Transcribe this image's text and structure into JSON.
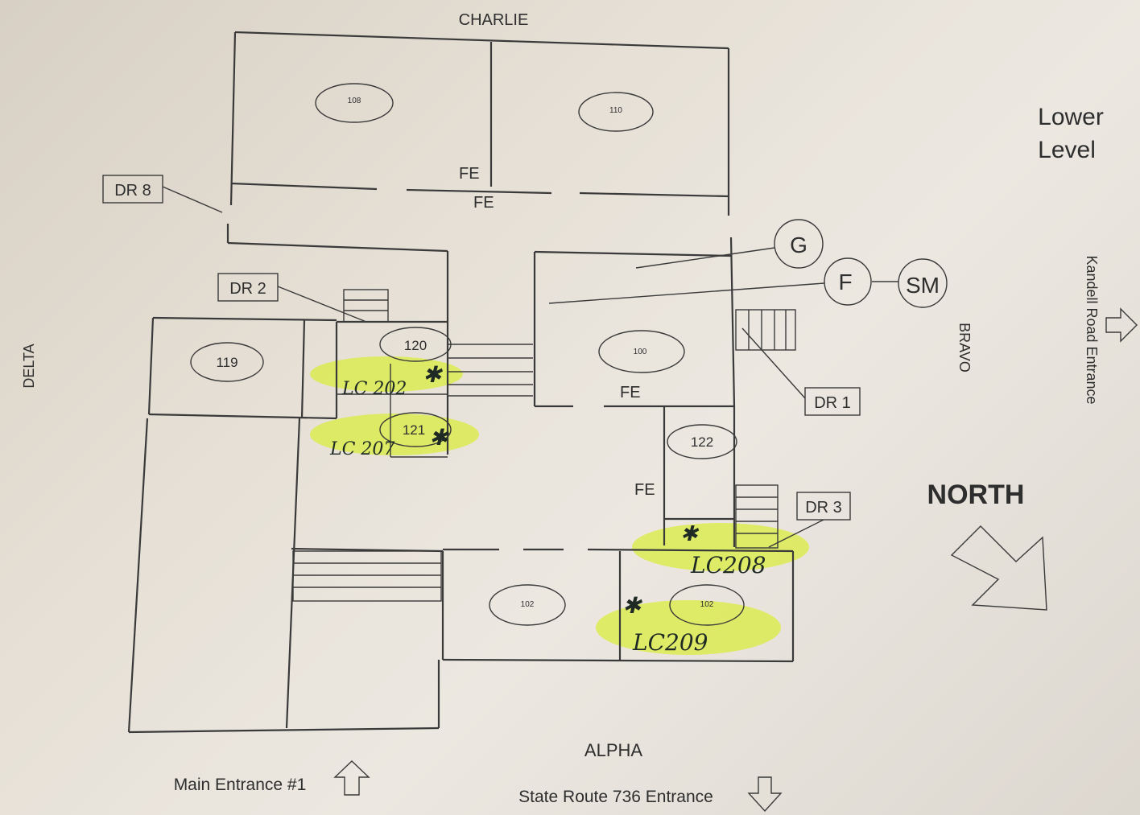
{
  "title": "Lower Level",
  "sides": {
    "north_top": "CHARLIE",
    "west": "DELTA",
    "east": "BRAVO",
    "south": "ALPHA"
  },
  "compass": "NORTH",
  "rooms": {
    "r108": "108",
    "r110": "110",
    "r119": "119",
    "r120": "120",
    "r121": "121",
    "r100": "100",
    "r122": "122",
    "r102a": "102",
    "r102b": "102"
  },
  "doors": {
    "dr8": "DR 8",
    "dr2": "DR 2",
    "dr1": "DR 1",
    "dr3": "DR 3"
  },
  "extinguishers": {
    "fe1": "FE",
    "fe2": "FE",
    "fe3": "FE",
    "fe4": "FE"
  },
  "utilities": {
    "gas": "G",
    "fire": "F",
    "sm": "SM"
  },
  "entrances": {
    "main": "Main Entrance #1",
    "state_route": "State Route 736 Entrance",
    "kandell": "Kandell Road Entrance"
  },
  "annotations": {
    "lc202": "LC 202",
    "lc207": "LC 207",
    "lc208": "LC208",
    "lc209": "LC209",
    "star": "✱"
  },
  "highlight_color": "#d9ec3f"
}
